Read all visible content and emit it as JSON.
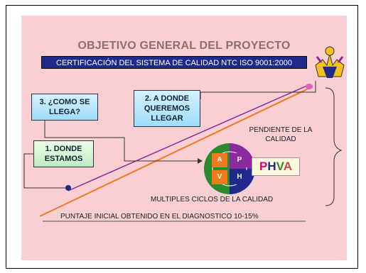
{
  "title": "OBJETIVO GENERAL DEL PROYECTO",
  "banner": "CERTIFICACIÓN DEL SISTEMA DE CALIDAD NTC ISO 9001:2000",
  "boxes": {
    "donde_estamos": [
      "1. DONDE",
      "ESTAMOS"
    ],
    "donde_queremos": [
      "2. A DONDE",
      "QUEREMOS",
      "LLEGAR"
    ],
    "como_se_llega": [
      "3. ¿COMO SE",
      "LLEGA?"
    ]
  },
  "pendiente": [
    "PENDIENTE DE LA",
    "CALIDAD"
  ],
  "ciclos": "MULTIPLES CICLOS DE LA CALIDAD",
  "puntaje": "PUNTAJE INICIAL OBTENIDO EN EL DIAGNOSTICO 10-15%",
  "phva": {
    "p": "P",
    "h": "H",
    "v": "V",
    "a": "A"
  },
  "wheel": {
    "a": "A",
    "p": "P",
    "v": "V",
    "h": "H"
  },
  "colors": {
    "slide_bg": "#f9cfd3",
    "banner": "#1f2a8a",
    "title": "#8a7364",
    "line_orange": "#f07a1e",
    "line_purple": "#8b2a9c"
  }
}
